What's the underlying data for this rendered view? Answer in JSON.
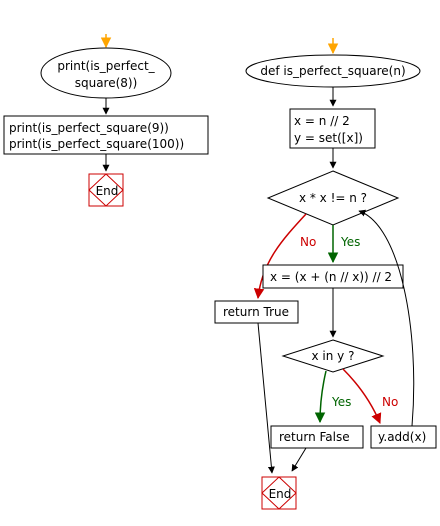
{
  "colors": {
    "start_arrow": "#ffa500",
    "yes": "#006400",
    "no": "#cc0000",
    "end": "#cc0000",
    "line": "#000000"
  },
  "left": {
    "ellipse_lines": [
      "print(is_perfect_",
      "square(8))"
    ],
    "box_lines": [
      "print(is_perfect_square(9))",
      "print(is_perfect_square(100))"
    ],
    "end_label": "End"
  },
  "right": {
    "def_label": "def is_perfect_square(n)",
    "init_lines": [
      "x = n // 2",
      "y = set([x])"
    ],
    "loop_cond": "x * x != n ?",
    "update_label": "x = (x + (n // x)) // 2",
    "return_true": "return True",
    "membership_cond": "x in y ?",
    "return_false": "return False",
    "add_label": "y.add(x)",
    "end_label": "End",
    "edge_yes": "Yes",
    "edge_no": "No"
  }
}
